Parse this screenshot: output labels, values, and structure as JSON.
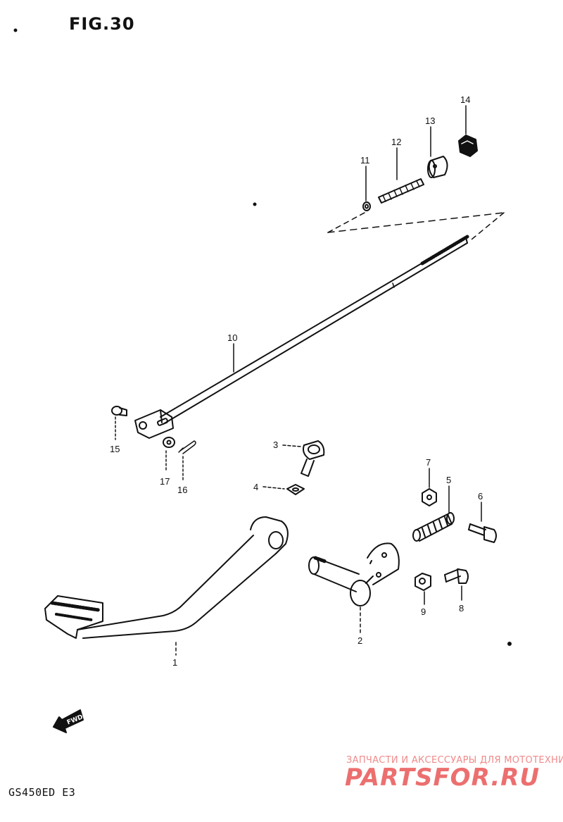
{
  "figure_title": "FIG.30",
  "model_code": "GS450ED E3",
  "fwd_label": "FWD",
  "watermark": {
    "caption": "ЗАПЧАСТИ И АКСЕССУАРЫ ДЛЯ МОТОТЕХНИКИ",
    "logo": "PARTSFOR.RU"
  },
  "callouts": {
    "p1": "1",
    "p2": "2",
    "p3": "3",
    "p4": "4",
    "p5": "5",
    "p6": "6",
    "p7": "7",
    "p8": "8",
    "p9": "9",
    "p10": "10",
    "p11": "11",
    "p12": "12",
    "p13": "13",
    "p14": "14",
    "p15": "15",
    "p16": "16",
    "p17": "17"
  }
}
